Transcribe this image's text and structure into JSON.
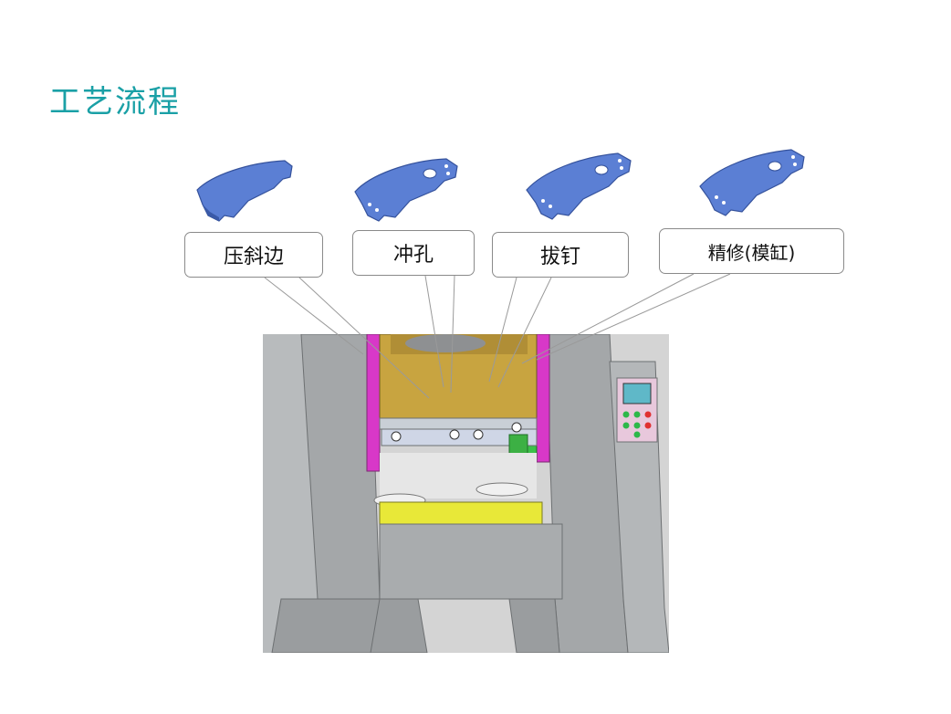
{
  "title": "工艺流程",
  "steps": [
    {
      "label": "压斜边"
    },
    {
      "label": "冲孔"
    },
    {
      "label": "拔钉"
    },
    {
      "label": "精修(模缸)"
    }
  ],
  "colors": {
    "title": "#1aa0a6",
    "part_fill": "#5b7fd4",
    "press_frame": "#a9acae",
    "upper_die": "#c8a440",
    "lower_die": "#e8e838",
    "guide_magenta": "#d838c8",
    "guide_green": "#3cc04a",
    "panel_pink": "#e8c8dc"
  },
  "icons": [
    "brake-pad-part-icon",
    "press-machine-illustration"
  ]
}
